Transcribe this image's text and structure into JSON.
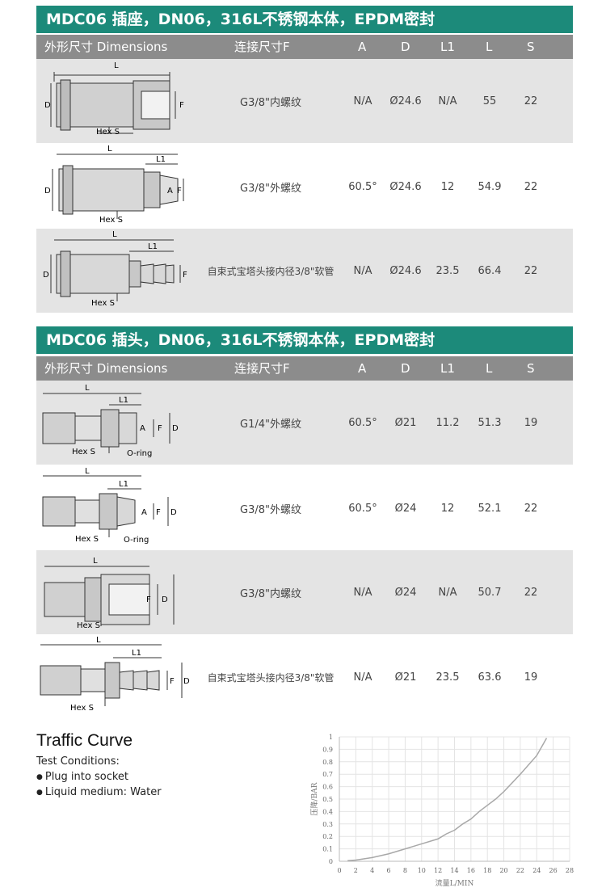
{
  "socket": {
    "title": "MDC06  插座，DN06，316L不锈钢本体，EPDM密封",
    "headers": [
      "外形尺寸 Dimensions",
      "连接尺寸F",
      "A",
      "D",
      "L1",
      "L",
      "S"
    ],
    "rows": [
      {
        "connection": "G3/8\"内螺纹",
        "A": "N/A",
        "D": "Ø24.6",
        "L1": "N/A",
        "L": "55",
        "S": "22"
      },
      {
        "connection": "G3/8\"外螺纹",
        "A": "60.5°",
        "D": "Ø24.6",
        "L1": "12",
        "L": "54.9",
        "S": "22"
      },
      {
        "connection": "自束式宝塔头接内径3/8\"软管",
        "A": "N/A",
        "D": "Ø24.6",
        "L1": "23.5",
        "L": "66.4",
        "S": "22"
      }
    ]
  },
  "plug": {
    "title": "MDC06  插头，DN06，316L不锈钢本体，EPDM密封",
    "headers": [
      "外形尺寸 Dimensions",
      "连接尺寸F",
      "A",
      "D",
      "L1",
      "L",
      "S"
    ],
    "rows": [
      {
        "connection": "G1/4\"外螺纹",
        "A": "60.5°",
        "D": "Ø21",
        "L1": "11.2",
        "L": "51.3",
        "S": "19"
      },
      {
        "connection": "G3/8\"外螺纹",
        "A": "60.5°",
        "D": "Ø24",
        "L1": "12",
        "L": "52.1",
        "S": "22"
      },
      {
        "connection": "G3/8\"内螺纹",
        "A": "N/A",
        "D": "Ø24",
        "L1": "N/A",
        "L": "50.7",
        "S": "22"
      },
      {
        "connection": "自束式宝塔头接内径3/8\"软管",
        "A": "N/A",
        "D": "Ø21",
        "L1": "23.5",
        "L": "63.6",
        "S": "19"
      }
    ]
  },
  "drawing_labels": {
    "L": "L",
    "L1": "L1",
    "D": "D",
    "F": "F",
    "A": "A",
    "hex": "Hex S",
    "oring": "O-ring"
  },
  "traffic": {
    "title": "Traffic Curve",
    "conditions_label": "Test Conditions:",
    "conditions": [
      "Plug into socket",
      "Liquid medium: Water"
    ]
  },
  "chart_data": {
    "type": "line",
    "title": "",
    "xlabel": "流量L/MIN",
    "ylabel": "压降/BAR",
    "xlim": [
      0,
      28
    ],
    "ylim": [
      0,
      1
    ],
    "xticks": [
      0,
      2,
      4,
      6,
      8,
      10,
      12,
      14,
      16,
      18,
      20,
      22,
      24,
      26,
      28
    ],
    "yticks": [
      0,
      0.1,
      0.2,
      0.3,
      0.4,
      0.5,
      0.6,
      0.7,
      0.8,
      0.9,
      1
    ],
    "ytick_labels": [
      "0",
      "0.1",
      "0.2",
      "0.3",
      "0.4",
      "0.5",
      "0.6",
      "0.7",
      "0.8",
      "0.9",
      "1"
    ],
    "grid": true,
    "line_color": "#a8a8a8",
    "series": [
      {
        "x": [
          1,
          2,
          4,
          6,
          8,
          10,
          12,
          13,
          14,
          15,
          16,
          17,
          18,
          19,
          20,
          22,
          24,
          25.2
        ],
        "y": [
          0.005,
          0.01,
          0.03,
          0.06,
          0.1,
          0.14,
          0.18,
          0.22,
          0.25,
          0.3,
          0.34,
          0.4,
          0.45,
          0.5,
          0.56,
          0.7,
          0.85,
          0.99
        ]
      }
    ]
  },
  "colors": {
    "title_bar": "#1c8a7a",
    "header_bar": "#8c8c8c",
    "row_alt": "#e4e4e4"
  }
}
